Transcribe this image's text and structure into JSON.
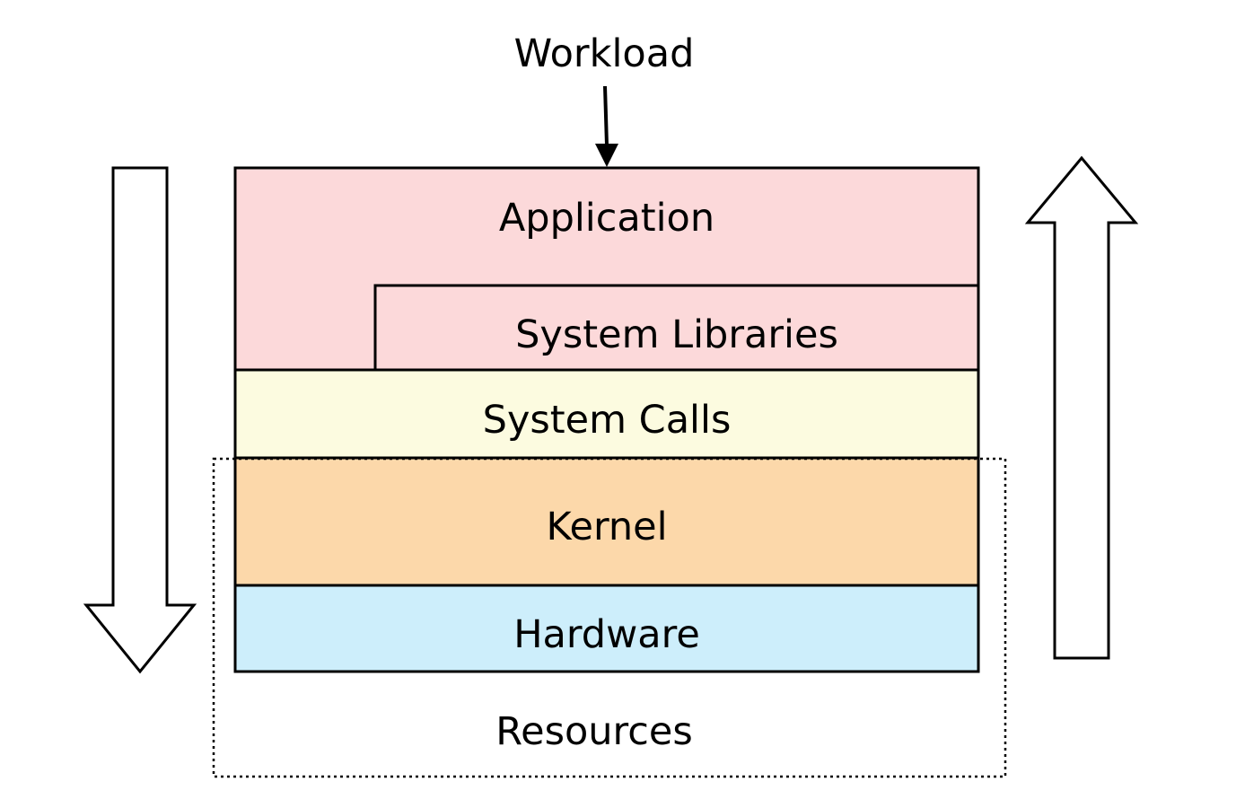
{
  "workload_label": "Workload",
  "resources_label": "Resources",
  "layers": {
    "application": {
      "label": "Application",
      "color": "#fcd9da"
    },
    "system_libraries": {
      "label": "System Libraries",
      "color": "#fcd9da"
    },
    "system_calls": {
      "label": "System Calls",
      "color": "#fcfbe0"
    },
    "kernel": {
      "label": "Kernel",
      "color": "#fcd8aa"
    },
    "hardware": {
      "label": "Hardware",
      "color": "#cdeefb"
    }
  },
  "arrows": {
    "left": {
      "direction": "down"
    },
    "right": {
      "direction": "up"
    }
  }
}
